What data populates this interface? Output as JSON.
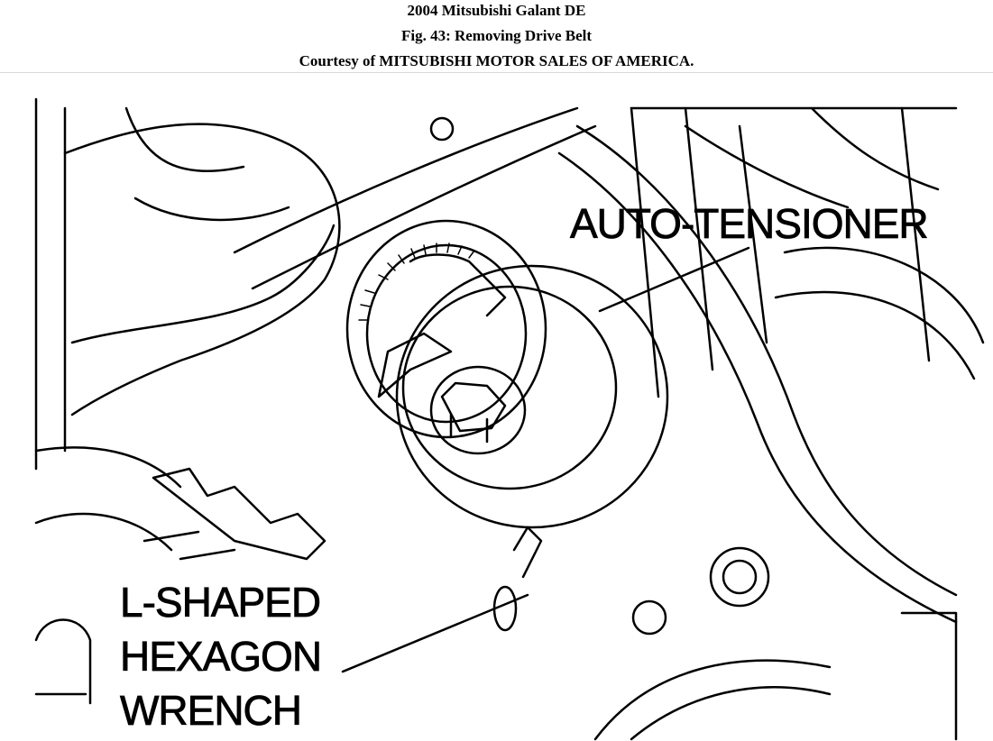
{
  "header": {
    "title": "2004 Mitsubishi Galant DE",
    "figure": "Fig. 43: Removing Drive Belt",
    "courtesy": "Courtesy of MITSUBISHI MOTOR SALES OF AMERICA."
  },
  "labels": {
    "auto_tensioner": "AUTO-TENSIONER",
    "wrench_line1": "L-SHAPED",
    "wrench_line2": "HEXAGON",
    "wrench_line3": "WRENCH"
  },
  "colors": {
    "ink": "#000000",
    "background": "#ffffff"
  }
}
